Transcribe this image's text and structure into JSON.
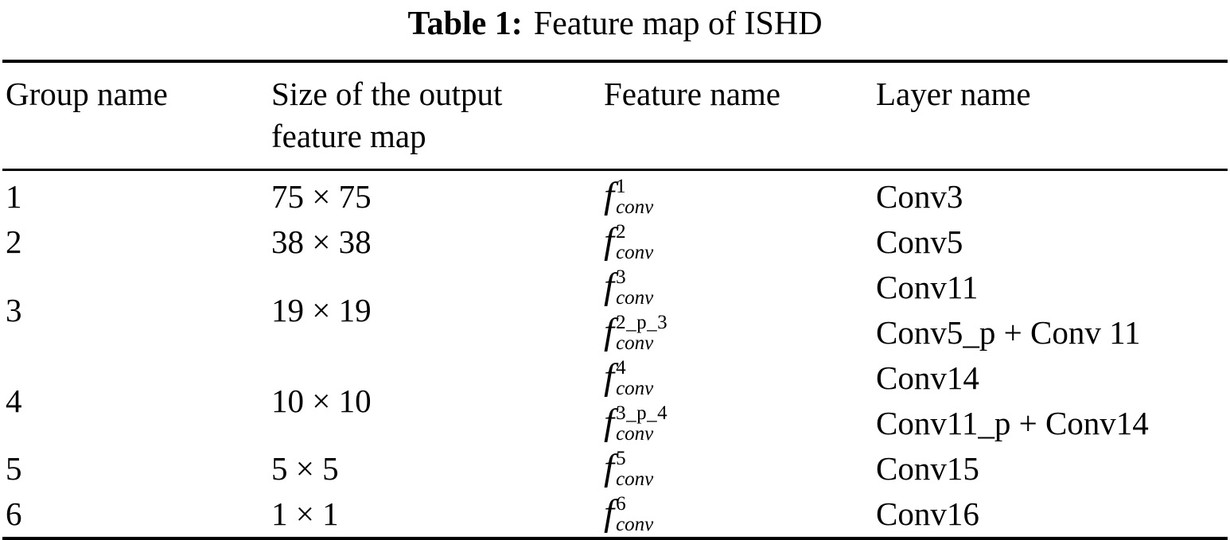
{
  "colors": {
    "text": "#000000",
    "background": "#ffffff",
    "rule": "#000000"
  },
  "caption": {
    "label": "Table 1:",
    "text": "Feature map of ISHD"
  },
  "table": {
    "feature_base": "f",
    "headers": [
      "Group name",
      "Size of the output feature map",
      "Feature name",
      "Layer name"
    ],
    "groups": [
      {
        "group": "1",
        "size": "75 × 75",
        "entries": [
          {
            "sup": "1",
            "sub": "conv",
            "layer": "Conv3"
          }
        ]
      },
      {
        "group": "2",
        "size": "38 × 38",
        "entries": [
          {
            "sup": "2",
            "sub": "conv",
            "layer": "Conv5"
          }
        ]
      },
      {
        "group": "3",
        "size": "19 × 19",
        "entries": [
          {
            "sup": "3",
            "sub": "conv",
            "layer": "Conv11"
          },
          {
            "sup": "2_p_3",
            "sub": "conv",
            "layer": "Conv5_p + Conv 11"
          }
        ]
      },
      {
        "group": "4",
        "size": "10 × 10",
        "entries": [
          {
            "sup": "4",
            "sub": "conv",
            "layer": "Conv14"
          },
          {
            "sup": "3_p_4",
            "sub": "conv",
            "layer": "Conv11_p + Conv14"
          }
        ]
      },
      {
        "group": "5",
        "size": "5 × 5",
        "entries": [
          {
            "sup": "5",
            "sub": "conv",
            "layer": "Conv15"
          }
        ]
      },
      {
        "group": "6",
        "size": "1 × 1",
        "entries": [
          {
            "sup": "6",
            "sub": "conv",
            "layer": "Conv16"
          }
        ]
      }
    ]
  }
}
